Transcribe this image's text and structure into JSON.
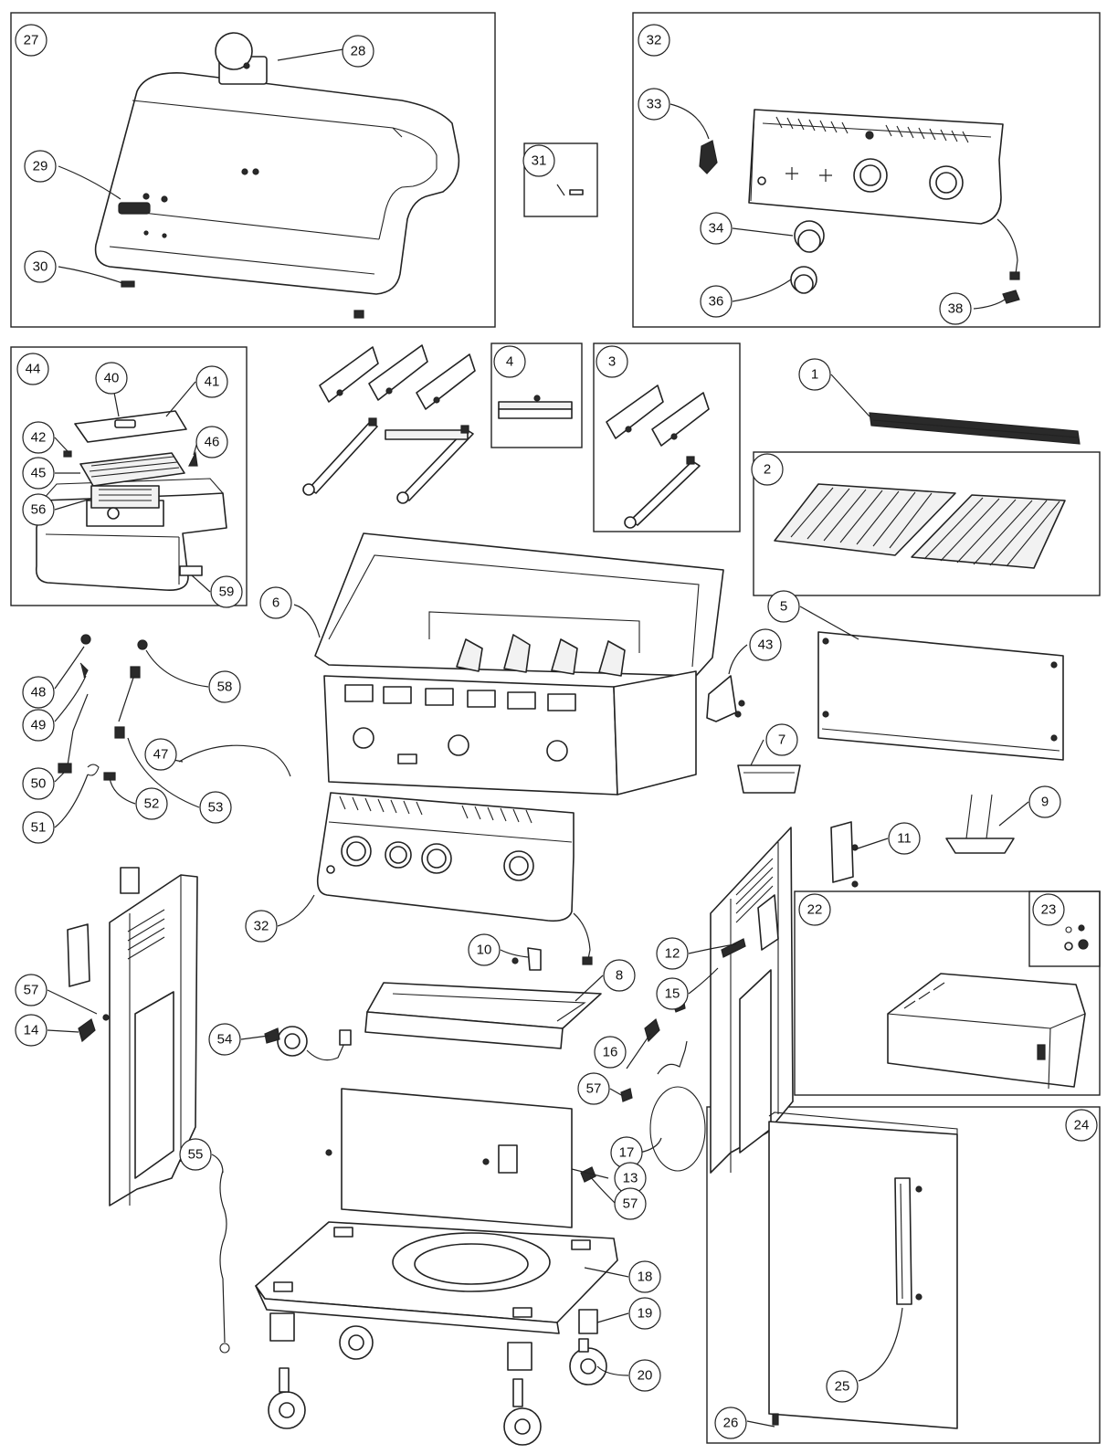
{
  "diagram": {
    "callouts": [
      {
        "id": "c27",
        "label": "27"
      },
      {
        "id": "c28",
        "label": "28"
      },
      {
        "id": "c29",
        "label": "29"
      },
      {
        "id": "c30",
        "label": "30"
      },
      {
        "id": "c31",
        "label": "31"
      },
      {
        "id": "c32a",
        "label": "32"
      },
      {
        "id": "c33",
        "label": "33"
      },
      {
        "id": "c34",
        "label": "34"
      },
      {
        "id": "c36",
        "label": "36"
      },
      {
        "id": "c38",
        "label": "38"
      },
      {
        "id": "c44",
        "label": "44"
      },
      {
        "id": "c40",
        "label": "40"
      },
      {
        "id": "c41",
        "label": "41"
      },
      {
        "id": "c42",
        "label": "42"
      },
      {
        "id": "c46",
        "label": "46"
      },
      {
        "id": "c45",
        "label": "45"
      },
      {
        "id": "c56",
        "label": "56"
      },
      {
        "id": "c59",
        "label": "59"
      },
      {
        "id": "c4",
        "label": "4"
      },
      {
        "id": "c3",
        "label": "3"
      },
      {
        "id": "c1",
        "label": "1"
      },
      {
        "id": "c2",
        "label": "2"
      },
      {
        "id": "c6",
        "label": "6"
      },
      {
        "id": "c5",
        "label": "5"
      },
      {
        "id": "c43",
        "label": "43"
      },
      {
        "id": "c48",
        "label": "48"
      },
      {
        "id": "c58",
        "label": "58"
      },
      {
        "id": "c49",
        "label": "49"
      },
      {
        "id": "c47",
        "label": "47"
      },
      {
        "id": "c50",
        "label": "50"
      },
      {
        "id": "c52",
        "label": "52"
      },
      {
        "id": "c53",
        "label": "53"
      },
      {
        "id": "c51",
        "label": "51"
      },
      {
        "id": "c7",
        "label": "7"
      },
      {
        "id": "c9",
        "label": "9"
      },
      {
        "id": "c11",
        "label": "11"
      },
      {
        "id": "c22",
        "label": "22"
      },
      {
        "id": "c23",
        "label": "23"
      },
      {
        "id": "c32b",
        "label": "32"
      },
      {
        "id": "c12",
        "label": "12"
      },
      {
        "id": "c10",
        "label": "10"
      },
      {
        "id": "c8",
        "label": "8"
      },
      {
        "id": "c15",
        "label": "15"
      },
      {
        "id": "c57a",
        "label": "57"
      },
      {
        "id": "c14",
        "label": "14"
      },
      {
        "id": "c54",
        "label": "54"
      },
      {
        "id": "c16",
        "label": "16"
      },
      {
        "id": "c57b",
        "label": "57"
      },
      {
        "id": "c17",
        "label": "17"
      },
      {
        "id": "c13",
        "label": "13"
      },
      {
        "id": "c24",
        "label": "24"
      },
      {
        "id": "c57c",
        "label": "57"
      },
      {
        "id": "c55",
        "label": "55"
      },
      {
        "id": "c18",
        "label": "18"
      },
      {
        "id": "c19",
        "label": "19"
      },
      {
        "id": "c20",
        "label": "20"
      },
      {
        "id": "c26",
        "label": "26"
      },
      {
        "id": "c25",
        "label": "25"
      }
    ]
  }
}
